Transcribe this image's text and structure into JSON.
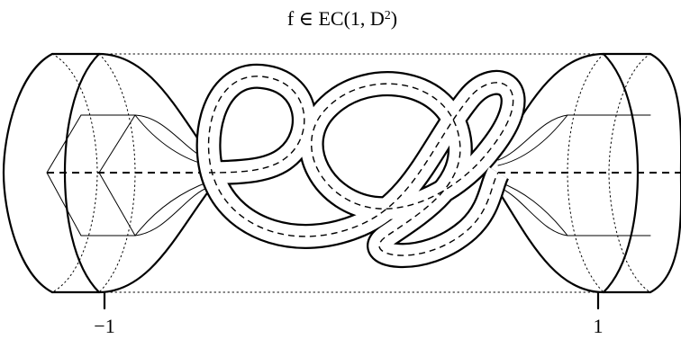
{
  "title": {
    "prefix": "f ∈ EC(1, D",
    "superscript": "2",
    "suffix": ")"
  },
  "axis": {
    "left_label": "−1",
    "right_label": "1"
  },
  "colors": {
    "ink": "#000000",
    "background": "#ffffff"
  }
}
